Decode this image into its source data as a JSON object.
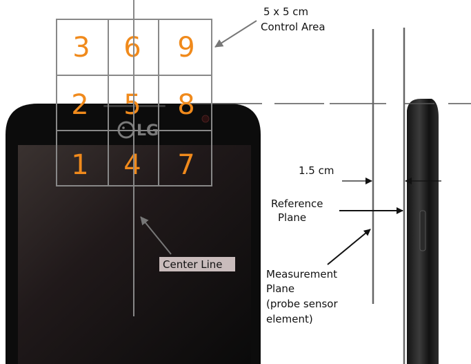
{
  "grid": {
    "cells": [
      {
        "label": "3"
      },
      {
        "label": "6"
      },
      {
        "label": "9"
      },
      {
        "label": "2"
      },
      {
        "label": "5"
      },
      {
        "label": "8"
      },
      {
        "label": "1"
      },
      {
        "label": "4"
      },
      {
        "label": "7"
      }
    ]
  },
  "labels": {
    "control_area_line1": "5 x 5 cm",
    "control_area_line2": "Control Area",
    "center_line": "Center Line",
    "distance": "1.5  cm",
    "reference_line1": "Reference",
    "reference_line2": "Plane",
    "measurement_line1": "Measurement",
    "measurement_line2": "Plane",
    "measurement_line3": "(probe sensor",
    "measurement_line4": "element)",
    "logo": "LG"
  },
  "colors": {
    "grid_number": "#f08a1c",
    "grid_line": "#888888",
    "phone_body": "#0d0d0d",
    "center_line_box": "#c9bcbc"
  }
}
